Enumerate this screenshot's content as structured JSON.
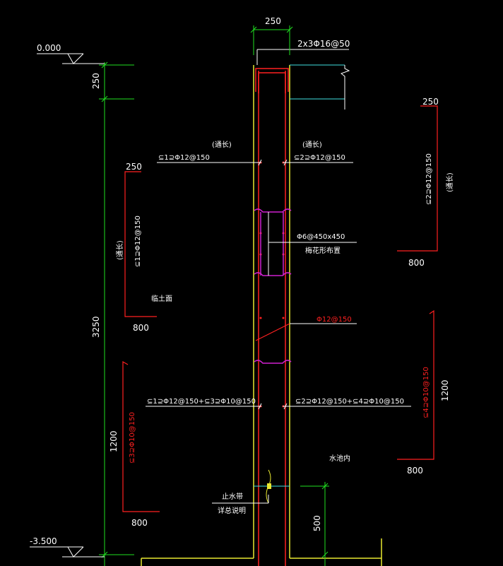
{
  "colors": {
    "background": "#000000",
    "text": "#ffffff",
    "wall": "#e8e830",
    "rebar": "#ff2020",
    "dimension": "#20e020",
    "stirrup": "#d020d0",
    "cyan": "#40e0e0",
    "grey": "#909090"
  },
  "elevations": {
    "top": "0.000",
    "bottom": "-3.500"
  },
  "dims": {
    "wall_thickness": "250",
    "top_segment": "250",
    "middle_segment": "3250",
    "bottom_segment": "500",
    "lap_left_upper_top": "250",
    "lap_left_upper_bottom": "800",
    "lap_left_lower_len": "1200",
    "lap_left_lower_bottom": "800",
    "lap_right_upper_top": "250",
    "lap_right_upper_bottom": "800",
    "lap_right_lower_len": "1200",
    "lap_right_lower_bottom": "800"
  },
  "labels": {
    "top_beam_bars": "2x3Φ16@50",
    "through_left": "(通长)",
    "through_right": "(通长)",
    "bar_left_upper": "⊆1⊇Φ12@150",
    "bar_right_upper": "⊆2⊇Φ12@150",
    "tie_spec": "Φ6@450x450",
    "tie_note": "梅花形布置",
    "soil_side": "临土面",
    "distribution_bar": "Φ12@150",
    "bar_left_lower": "⊆1⊇Φ12@150+⊆3⊇Φ10@150",
    "bar_right_lower": "⊆2⊇Φ12@150+⊆4⊇Φ10@150",
    "water_side": "水池内",
    "waterstop_line1": "止水带",
    "waterstop_line2": "详总说明",
    "left_vert_upper_bar": "⊆1⊇Φ12@150",
    "left_vert_upper_note": "(通长)",
    "left_vert_lower_bar": "⊆3⊇Φ10@150",
    "right_vert_upper_bar": "⊆2⊇Φ12@150",
    "right_vert_upper_note": "(通长)",
    "right_vert_lower_bar": "⊆4⊇Φ10@150"
  }
}
